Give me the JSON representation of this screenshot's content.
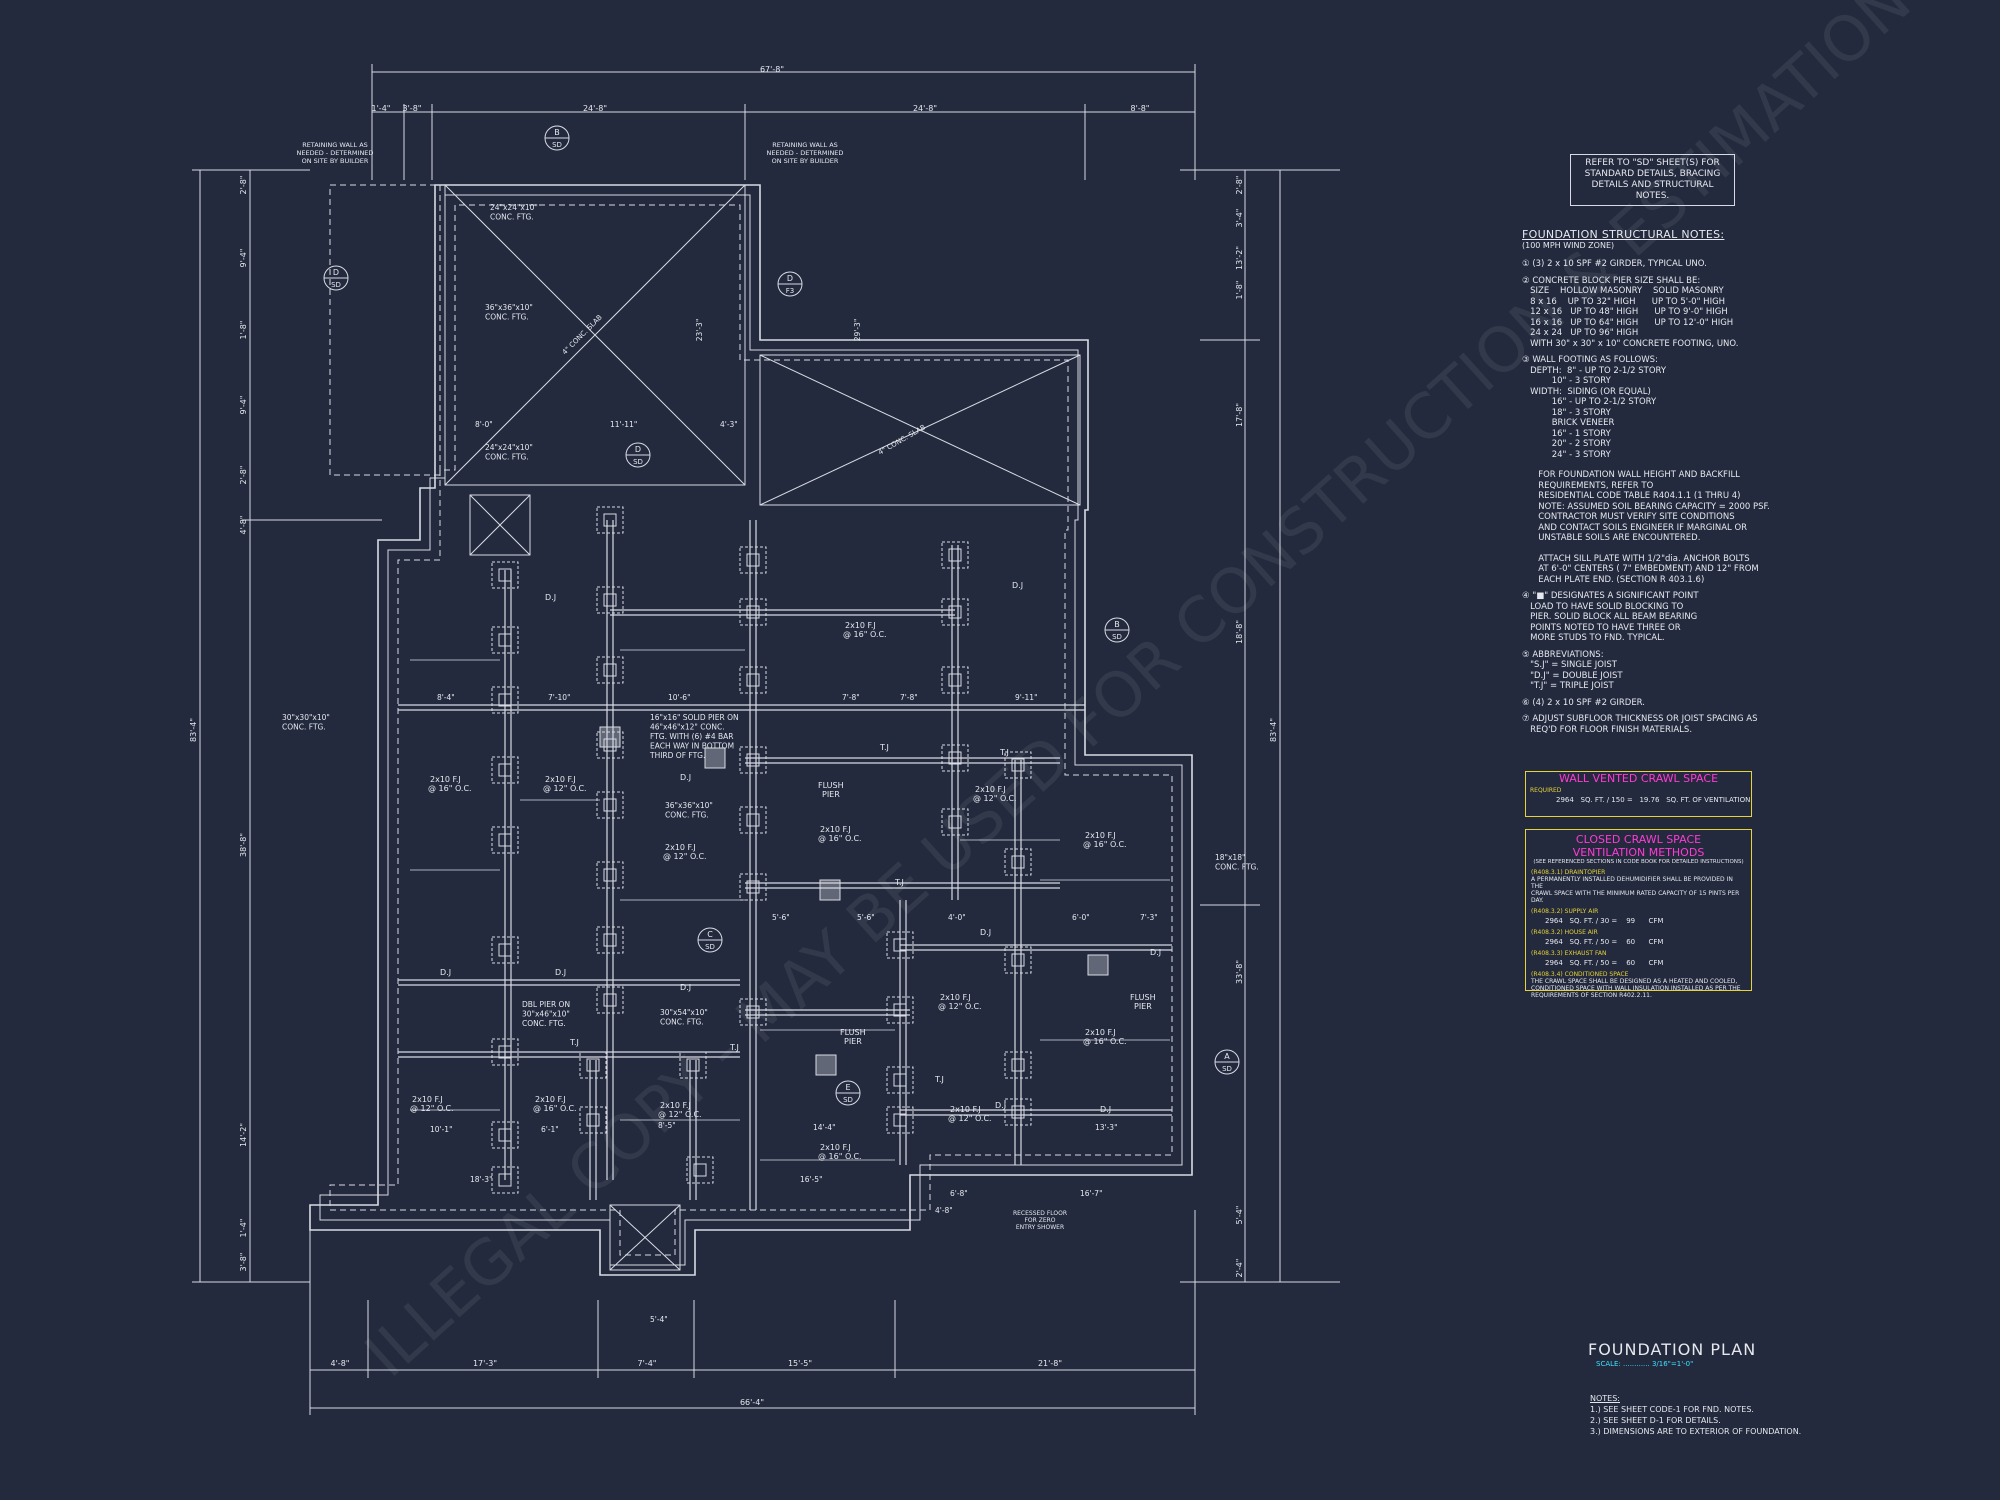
{
  "sheet": {
    "title": "FOUNDATION PLAN",
    "scale": "SCALE: ............ 3/16\"=1'-0\"",
    "refer_note": [
      "REFER TO \"SD\" SHEET(S) FOR",
      "STANDARD DETAILS, BRACING",
      "DETAILS AND STRUCTURAL NOTES."
    ],
    "watermark": "ILLEGAL COPY - MAY BE USED FOR CONSTRUCTION & ESTIMATION - ModernFloorPlans.com",
    "colors": {
      "background": "#232a3d",
      "lines": "#d8dbe3",
      "highlight_box": "#e6d23a",
      "heading_magenta": "#ff3bd4",
      "scale_cyan": "#3ee0ff"
    }
  },
  "structural_notes": {
    "heading": "FOUNDATION STRUCTURAL NOTES:",
    "subheading": "(100 MPH WIND ZONE)",
    "items": [
      "① (3) 2 x 10 SPF #2 GIRDER, TYPICAL UNO.",
      "② CONCRETE BLOCK PIER SIZE SHALL BE:\n   SIZE    HOLLOW MASONRY    SOLID MASONRY\n   8 x 16    UP TO 32\" HIGH      UP TO 5'-0\" HIGH\n   12 x 16   UP TO 48\" HIGH      UP TO 9'-0\" HIGH\n   16 x 16   UP TO 64\" HIGH      UP TO 12'-0\" HIGH\n   24 x 24   UP TO 96\" HIGH\n   WITH 30\" x 30\" x 10\" CONCRETE FOOTING, UNO.",
      "③ WALL FOOTING AS FOLLOWS:\n   DEPTH:  8\" - UP TO 2-1/2 STORY\n           10\" - 3 STORY\n   WIDTH:  SIDING (OR EQUAL)\n           16\" - UP TO 2-1/2 STORY\n           18\" - 3 STORY\n           BRICK VENEER\n           16\" - 1 STORY\n           20\" - 2 STORY\n           24\" - 3 STORY",
      "      FOR FOUNDATION WALL HEIGHT AND BACKFILL\n      REQUIREMENTS, REFER TO\n      RESIDENTIAL CODE TABLE R404.1.1 (1 THRU 4)\n      NOTE: ASSUMED SOIL BEARING CAPACITY = 2000 PSF.\n      CONTRACTOR MUST VERIFY SITE CONDITIONS\n      AND CONTACT SOILS ENGINEER IF MARGINAL OR\n      UNSTABLE SOILS ARE ENCOUNTERED.",
      "      ATTACH SILL PLATE WITH 1/2\"dia. ANCHOR BOLTS\n      AT 6'-0\" CENTERS ( 7\" EMBEDMENT) AND 12\" FROM\n      EACH PLATE END. (SECTION R 403.1.6)",
      "④ \"■\" DESIGNATES A SIGNIFICANT POINT\n   LOAD TO HAVE SOLID BLOCKING TO\n   PIER. SOLID BLOCK ALL BEAM BEARING\n   POINTS NOTED TO HAVE THREE OR\n   MORE STUDS TO FND. TYPICAL.",
      "⑤ ABBREVIATIONS:\n   \"S.J\" = SINGLE JOIST\n   \"D.J\" = DOUBLE JOIST\n   \"T.J\" = TRIPLE JOIST",
      "⑥ (4) 2 x 10 SPF #2 GIRDER.",
      "⑦ ADJUST SUBFLOOR THICKNESS OR JOIST SPACING AS\n   REQ'D FOR FLOOR FINISH MATERIALS."
    ]
  },
  "wall_vented": {
    "title": "WALL VENTED CRAWL SPACE",
    "label": "REQUIRED",
    "row": [
      "2964",
      "SQ. FT. / 150 =",
      "19.76",
      "SQ. FT. OF VENTILATION"
    ]
  },
  "closed_crawl": {
    "title1": "CLOSED CRAWL SPACE",
    "title2": "VENTILATION METHODS",
    "sub": "(SEE REFERENCED SECTIONS IN CODE BOOK FOR DETAILED INSTRUCTIONS)",
    "s1_head": "(R408.3.1) DRAINTOPIER",
    "s1_text": [
      "A PERMANENTLY INSTALLED DEHUMIDIFIER SHALL BE PROVIDED IN THE",
      "CRAWL SPACE WITH THE MINIMUM RATED CAPACITY OF 15 PINTS PER DAY."
    ],
    "s2_head": "(R408.3.2) SUPPLY AIR",
    "s2_row": [
      "2964",
      "SQ. FT. / 30 =",
      "99",
      "CFM"
    ],
    "s3_head": "(R408.3.2) HOUSE AIR",
    "s3_row": [
      "2964",
      "SQ. FT. / 50 =",
      "60",
      "CFM"
    ],
    "s4_head": "(R408.3.3) EXHAUST FAN",
    "s4_row": [
      "2964",
      "SQ. FT. / 50 =",
      "60",
      "CFM"
    ],
    "s5_head": "(R408.3.4) CONDITIONED SPACE",
    "s5_text": [
      "THE CRAWL SPACE SHALL BE DESIGNED AS A HEATED AND COOLED,",
      "CONDITIONED SPACE WITH WALL INSULATION INSTALLED AS PER THE",
      "REQUIREMENTS OF SECTION R402.2.11."
    ]
  },
  "footer_notes": {
    "heading": "NOTES:",
    "items": [
      "1.) SEE SHEET CODE-1 FOR FND. NOTES.",
      "2.) SEE SHEET D-1 FOR DETAILS.",
      "3.) DIMENSIONS ARE TO EXTERIOR OF FOUNDATION."
    ]
  },
  "plan_labels": {
    "dim_top_overall": "67'-8\"",
    "dim_top": [
      "1'-4\"",
      "3'-8\"",
      "24'-8\"",
      "24'-8\"",
      "8'-8\""
    ],
    "dim_bottom_overall": "66'-4\"",
    "dim_bottom": [
      "4'-8\"",
      "17'-3\"",
      "7'-4\"",
      "15'-5\"",
      "21'-8\""
    ],
    "dim_left_overall": "83'-4\"",
    "dim_left": [
      "2'-8\"",
      "9'-4\"",
      "1'-8\"",
      "9'-4\"",
      "2'-8\"",
      "4'-8\"",
      "38'-8\"",
      "14'-2\"",
      "1'-4\"",
      "3'-8\""
    ],
    "dim_right_overall": "83'-4\"",
    "dim_right": [
      "2'-8\"",
      "3'-4\"",
      "13'-2\"",
      "1'-8\"",
      "17'-8\"",
      "18'-8\"",
      "33'-8\"",
      "5'-4\"",
      "2'-4\""
    ],
    "retaining_left": [
      "RETAINING WALL AS",
      "NEEDED - DETERMINED",
      "ON SITE BY BUILDER"
    ],
    "retaining_right": [
      "RETAINING WALL AS",
      "NEEDED - DETERMINED",
      "ON SITE BY BUILDER"
    ],
    "footings": [
      [
        "24\"x24\"x10\"",
        "CONC. FTG."
      ],
      [
        "36\"x36\"x10\"",
        "CONC. FTG."
      ],
      [
        "24\"x24\"x10\"",
        "CONC. FTG."
      ],
      [
        "30\"x30\"x10\"",
        "CONC. FTG."
      ],
      [
        "16\"x16\" SOLID PIER ON",
        "46\"x46\"x12\" CONC.",
        "FTG. WITH (6) #4 BAR",
        "EACH WAY IN BOTTOM",
        "THIRD OF FTG."
      ],
      [
        "36\"x36\"x10\"",
        "CONC. FTG."
      ],
      [
        "DBL PIER ON",
        "30\"x46\"x10\"",
        "CONC. FTG."
      ],
      [
        "30\"x54\"x10\"",
        "CONC. FTG."
      ],
      [
        "18\"x18\"",
        "CONC. FTG."
      ]
    ],
    "slab_labels": [
      "4\" CONC. SLAB",
      "4\" CONC. SLAB"
    ],
    "joists": [
      "2x10 F.J",
      "@ 16\" O.C.",
      "2x10 F.J",
      "@ 12\" O.C."
    ],
    "misc": [
      "D.J",
      "T.J",
      "FLUSH",
      "PIER",
      "RECESSED FLOOR",
      "FOR ZERO",
      "ENTRY SHOWER"
    ],
    "bubbles": [
      [
        "B",
        "SD"
      ],
      [
        "D",
        "SD"
      ],
      [
        "D",
        "F3"
      ],
      [
        "D",
        "SD"
      ],
      [
        "C",
        "SD"
      ],
      [
        "E",
        "SD"
      ],
      [
        "A",
        "SD"
      ],
      [
        "B",
        "SD"
      ]
    ],
    "interior_dims": [
      "8'-0\"",
      "11'-11\"",
      "4'-3\"",
      "8'-4\"",
      "7'-10\"",
      "10'-6\"",
      "7'-8\"",
      "7'-8\"",
      "9'-11\"",
      "5'-6\"",
      "5'-6\"",
      "4'-0\"",
      "6'-0\"",
      "7'-3\"",
      "10'-1\"",
      "6'-1\"",
      "8'-5\"",
      "14'-4\"",
      "13'-3\"",
      "16'-5\"",
      "18'-3\"",
      "4'-8\"",
      "6'-8\"",
      "16'-7\"",
      "5'-4\"",
      "23'-3\"",
      "29'-3\""
    ]
  }
}
